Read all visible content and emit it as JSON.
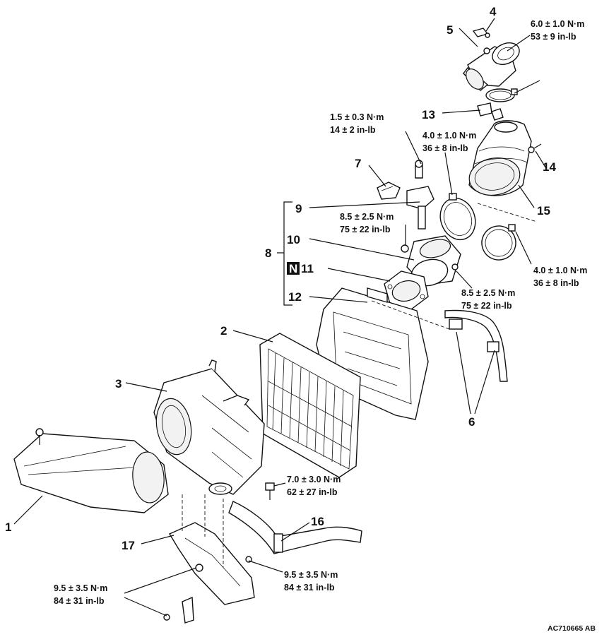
{
  "callouts": {
    "c1": "1",
    "c2": "2",
    "c3": "3",
    "c4": "4",
    "c5": "5",
    "c6": "6",
    "c7": "7",
    "c8": "8",
    "c9": "9",
    "c10": "10",
    "c11": "11",
    "c12": "12",
    "c13": "13",
    "c14": "14",
    "c15": "15",
    "c16": "16",
    "c17": "17",
    "n_badge": "N"
  },
  "torques": {
    "t_part5_nm": "6.0 ± 1.0 N·m",
    "t_part5_inlb": "53 ± 9 in-lb",
    "t_sensor_nm": "1.5 ± 0.3 N·m",
    "t_sensor_inlb": "14 ± 2 in-lb",
    "t_clamp_upper_nm": "4.0 ± 1.0 N·m",
    "t_clamp_upper_inlb": "36 ± 8 in-lb",
    "t_part9_nm": "8.5 ± 2.5 N·m",
    "t_part9_inlb": "75 ± 22 in-lb",
    "t_clamp_right_nm": "4.0 ± 1.0 N·m",
    "t_clamp_right_inlb": "36 ± 8 in-lb",
    "t_part11_nm": "8.5 ± 2.5 N·m",
    "t_part11_inlb": "75 ± 22 in-lb",
    "t_bolt_mid_nm": "7.0 ± 3.0 N·m",
    "t_bolt_mid_inlb": "62 ± 27 in-lb",
    "t_bracket_right_nm": "9.5 ± 3.5 N·m",
    "t_bracket_right_inlb": "84 ± 31 in-lb",
    "t_bracket_left_nm": "9.5 ± 3.5 N·m",
    "t_bracket_left_inlb": "84 ± 31 in-lb"
  },
  "figure_code": "AC710665 AB"
}
